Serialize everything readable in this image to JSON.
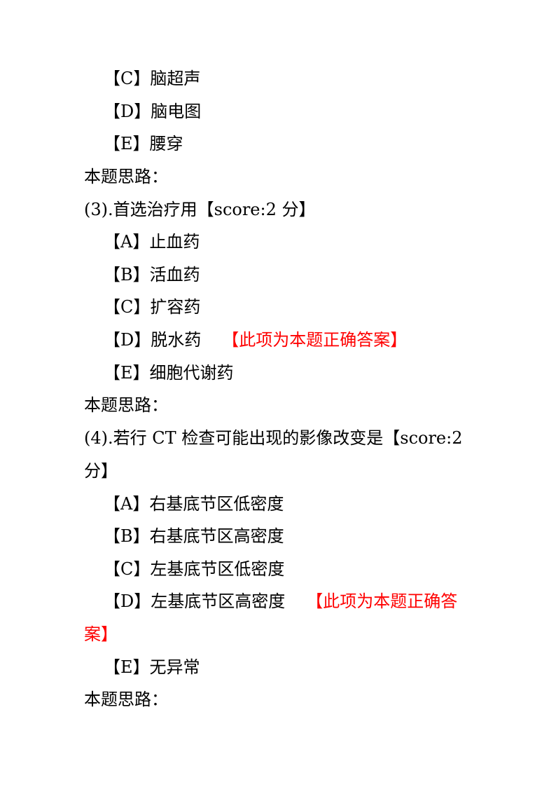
{
  "q2_partial": {
    "options": [
      {
        "label": "【C】",
        "text": "脑超声"
      },
      {
        "label": "【D】",
        "text": "脑电图"
      },
      {
        "label": "【E】",
        "text": "腰穿"
      }
    ],
    "analysis_label": "本题思路："
  },
  "q3": {
    "stem": "(3).首选治疗用【score:2 分】",
    "options": [
      {
        "label": "【A】",
        "text": "止血药"
      },
      {
        "label": "【B】",
        "text": "活血药"
      },
      {
        "label": "【C】",
        "text": "扩容药"
      },
      {
        "label": "【D】",
        "text": "脱水药",
        "answer_tag": "【此项为本题正确答案】"
      },
      {
        "label": "【E】",
        "text": "细胞代谢药"
      }
    ],
    "analysis_label": "本题思路："
  },
  "q4": {
    "stem_line1": "(4).若行 CT 检查可能出现的影像改变是【score:2",
    "stem_line2": "分】",
    "options": [
      {
        "label": "【A】",
        "text": "右基底节区低密度"
      },
      {
        "label": "【B】",
        "text": "右基底节区高密度"
      },
      {
        "label": "【C】",
        "text": "左基底节区低密度"
      },
      {
        "label": "【D】",
        "text": "左基底节区高密度",
        "answer_tag_line1": "【此项为本题正确答",
        "answer_tag_line2": "案】"
      },
      {
        "label": "【E】",
        "text": "无异常"
      }
    ],
    "analysis_label": "本题思路："
  }
}
